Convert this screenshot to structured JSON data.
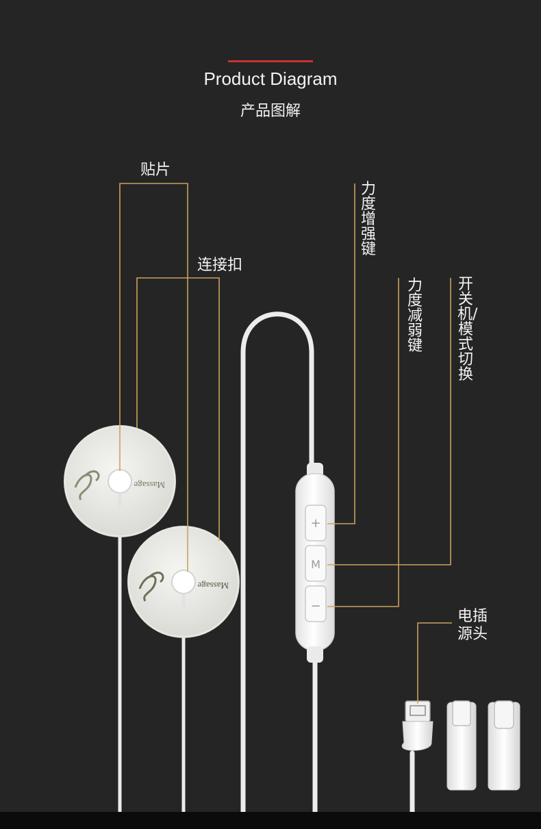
{
  "header": {
    "title_en": "Product Diagram",
    "title_cn": "产品图解"
  },
  "labels": {
    "pad": "贴片",
    "buckle": "连接扣",
    "plus_key": "力度增强键",
    "minus_key": "力度减弱键",
    "mode_key": "开关机/模式切换",
    "plug": "电插源头"
  },
  "pad_logo": "Massage",
  "remote_buttons": {
    "plus": "+",
    "mode": "M",
    "minus": "−"
  },
  "colors": {
    "background": "#252525",
    "accent_red": "#c8332f",
    "callout_gold": "#c9a45c",
    "device_white": "#f4f4f4"
  }
}
